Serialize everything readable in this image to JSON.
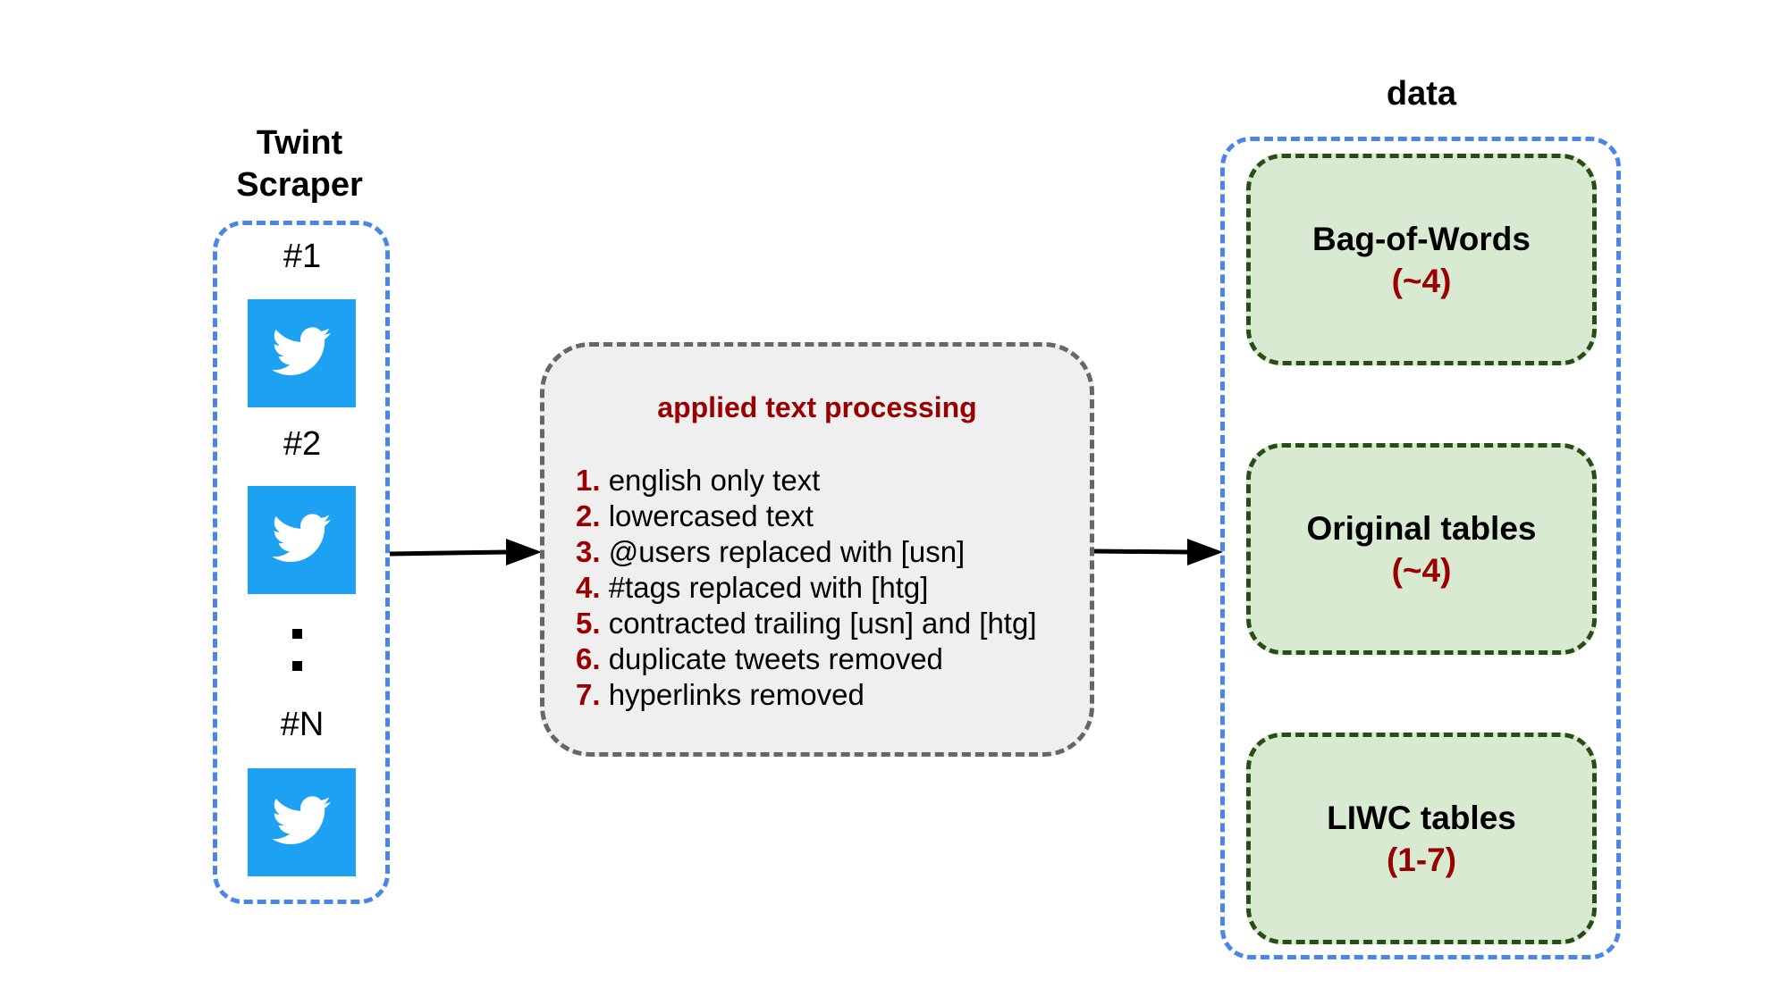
{
  "scraper": {
    "title_line1": "Twint",
    "title_line2": "Scraper",
    "labels": [
      "#1",
      "#2",
      "#N"
    ],
    "icon": "twitter-bird-icon",
    "tile_color": "#1da1f2"
  },
  "processing": {
    "title": "applied text processing",
    "steps": [
      {
        "num": "1.",
        "text": "english only text"
      },
      {
        "num": "2.",
        "text": "lowercased text"
      },
      {
        "num": "3.",
        "text": "@users replaced with [usn]"
      },
      {
        "num": "4.",
        "text": "#tags replaced with [htg]"
      },
      {
        "num": "5.",
        "text": "contracted trailing [usn] and [htg]"
      },
      {
        "num": "6.",
        "text": "duplicate tweets removed"
      },
      {
        "num": "7.",
        "text": "hyperlinks removed"
      }
    ]
  },
  "data": {
    "title": "data",
    "tables": [
      {
        "name": "Bag-of-Words",
        "value": "(~4)"
      },
      {
        "name": "Original tables",
        "value": "(~4)"
      },
      {
        "name": "LIWC tables",
        "value": "(1-7)"
      }
    ]
  },
  "colors": {
    "blue_dashed": "#4a86e8",
    "green_fill": "#d9ead3",
    "green_dashed": "#274e13",
    "accent_red": "#990000",
    "gray_fill": "#efefef",
    "gray_dashed": "#666666"
  }
}
